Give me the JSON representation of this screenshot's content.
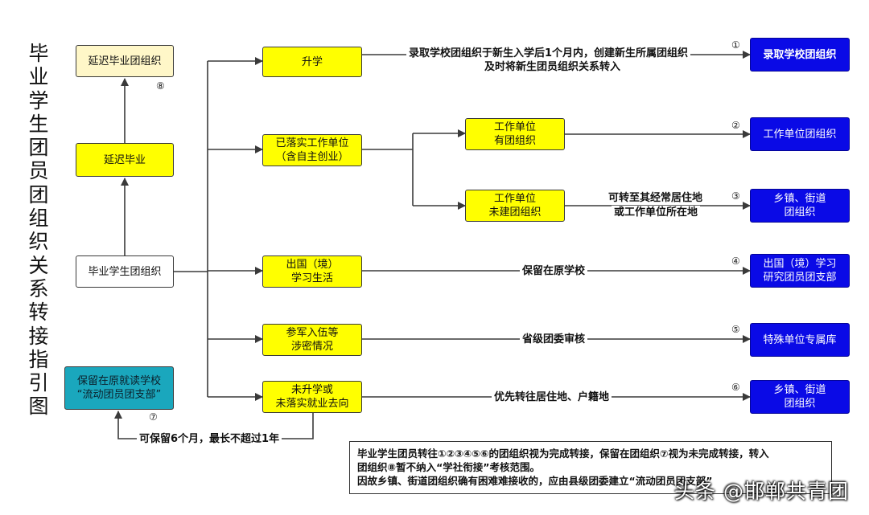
{
  "title": "毕业学生团员团组织关系转接指引图",
  "nodes": {
    "delay_org": "延迟毕业团组织",
    "delay_grad": "延迟毕业",
    "grad_org": "毕业学生团组织",
    "keep_school": [
      "保留在原就读学校",
      "“流动团员团支部”"
    ],
    "further_study": "升学",
    "employed": [
      "已落实工作单位",
      "（含自主创业）"
    ],
    "unit_with_org": [
      "工作单位",
      "有团组织"
    ],
    "unit_without_org": [
      "工作单位",
      "未建团组织"
    ],
    "abroad": [
      "出国（境）",
      "学习生活"
    ],
    "military": [
      "参军入伍等",
      "涉密情况"
    ],
    "no_destination": [
      "未升学或",
      "未落实就业去向"
    ],
    "dest_school": "录取学校团组织",
    "dest_unit": "工作单位团组织",
    "dest_town_1": [
      "乡镇、街道",
      "团组织"
    ],
    "dest_abroad": [
      "出国（境）学习",
      "研究团员团支部"
    ],
    "dest_special": "特殊单位专属库",
    "dest_town_2": [
      "乡镇、街道",
      "团组织"
    ]
  },
  "edge_labels": {
    "study": [
      "录取学校团组织于新生入学后1个月内，创建新生所属团组织",
      "及时将新生团员组织关系转入"
    ],
    "no_org": [
      "可转至其经常居住地",
      "或工作单位所在地"
    ],
    "abroad": "保留在原学校",
    "military": "省级团委审核",
    "none": "优先转往居住地、户籍地",
    "keep": "可保留6个月，最长不超过1年"
  },
  "numbers": {
    "n1": "①",
    "n2": "②",
    "n3": "③",
    "n4": "④",
    "n5": "⑤",
    "n6": "⑥",
    "n7": "⑦",
    "n8": "⑧"
  },
  "note": [
    "毕业学生团员转往①②③④⑤⑥的团组织视为完成转接，保留在团组织⑦视为未完成转接，转入",
    "团组织⑧暂不纳入“学社衔接”考核范围。",
    "因故乡镇、街道团组织确有困难难接收的，应由县级团委建立“流动团员团支部”"
  ],
  "watermark": "头条 @邯郸共青团",
  "colors": {
    "yellow": "#ffff00",
    "pale_yellow": "#fff7c8",
    "teal": "#1aa7bd",
    "blue": "#0a0ae6",
    "line": "#3a3a3a"
  }
}
